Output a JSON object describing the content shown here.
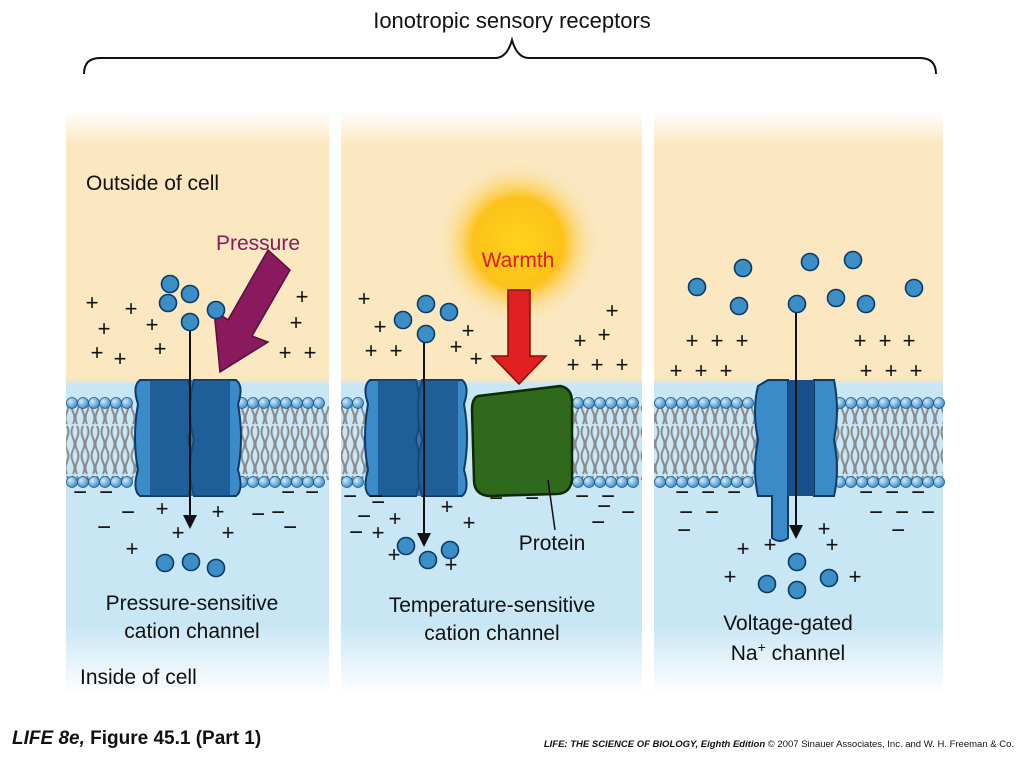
{
  "title": "Ionotropic sensory receptors",
  "labels": {
    "outside": "Outside of cell",
    "inside": "Inside of cell",
    "pressure": "Pressure",
    "warmth": "Warmth",
    "protein": "Protein"
  },
  "panels": [
    {
      "name_line1": "Pressure-sensitive",
      "name_line2": "cation channel"
    },
    {
      "name_line1": "Temperature-sensitive",
      "name_line2": "cation channel"
    },
    {
      "name_line1": "Voltage-gated",
      "name_line2_pre": "Na",
      "name_line2_sup": "+",
      "name_line2_post": " channel"
    }
  ],
  "caption": {
    "book": "LIFE 8e,",
    "figure": " Figure 45.1 (Part 1)"
  },
  "credit": {
    "title": "LIFE: THE SCIENCE OF BIOLOGY, Eighth Edition",
    "rest": "  © 2007 Sinauer Associates, Inc. and W. H. Freeman & Co."
  },
  "colors": {
    "outside_bg": "#fbe7c0",
    "inside_bg": "#c9e6f5",
    "channel_light": "#3a8bc8",
    "channel_dark": "#17508a",
    "ion": "#3b8fc6",
    "protein": "#2f6a1c",
    "pressure_arrow": "#8a1a5e",
    "warmth_arrow": "#e02020",
    "sun": "#fcc21a"
  }
}
